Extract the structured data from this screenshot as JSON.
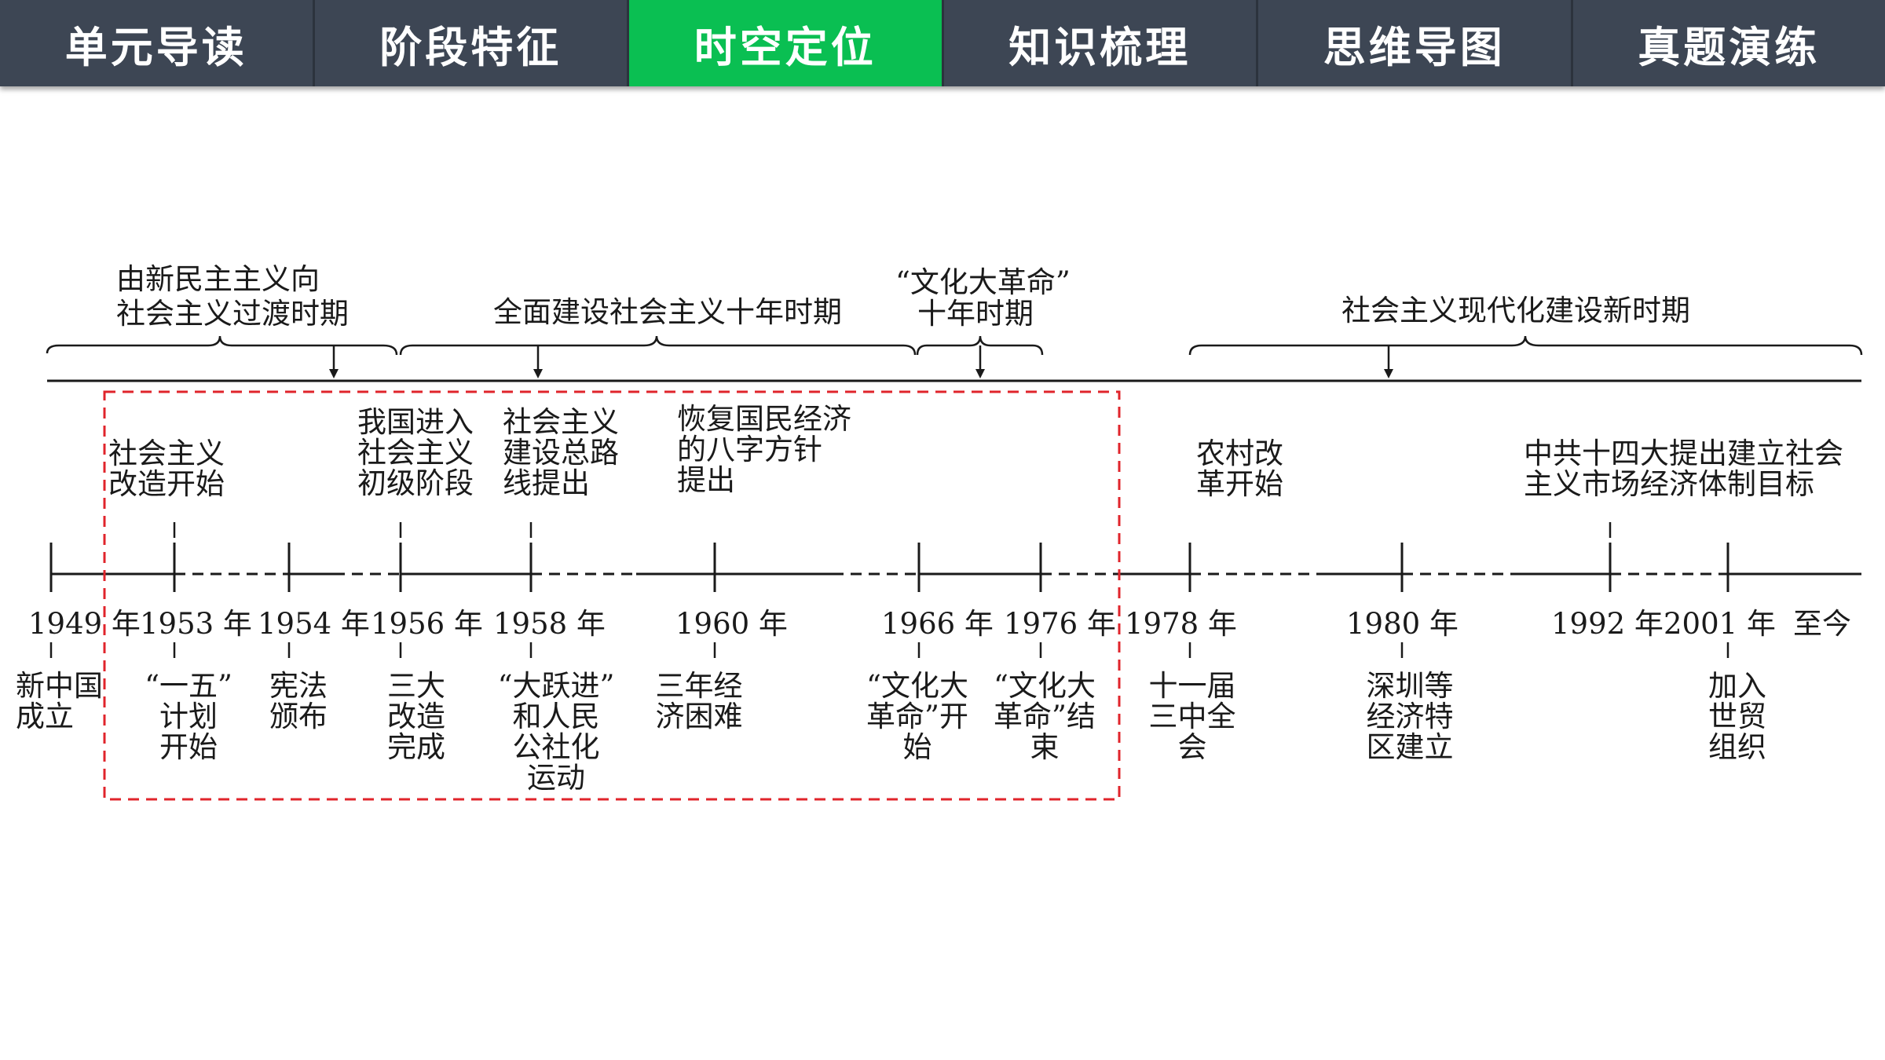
{
  "tabs": [
    {
      "label": "单元导读"
    },
    {
      "label": "阶段特征"
    },
    {
      "label": "时空定位"
    },
    {
      "label": "知识梳理"
    },
    {
      "label": "思维导图"
    },
    {
      "label": "真题演练"
    }
  ],
  "active_tab": 2,
  "colors": {
    "tab_bg": "#3d4654",
    "tab_active": "#0abf52",
    "highlight_border": "#e0242b"
  },
  "periods": [
    {
      "lines": [
        "由新民主主义向",
        "社会主义过渡时期"
      ]
    },
    {
      "lines": [
        "全面建设社会主义十年时期"
      ]
    },
    {
      "lines": [
        "“文化大革命”",
        "十年时期"
      ]
    },
    {
      "lines": [
        "社会主义现代化建设新时期"
      ]
    }
  ],
  "years": [
    {
      "label": "1949 年",
      "below": [
        "新中国",
        "成立"
      ],
      "above": []
    },
    {
      "label": "1953 年",
      "below": [
        "“一五”",
        "计划",
        "开始"
      ],
      "above": [
        "社会主义",
        "改造开始"
      ]
    },
    {
      "label": "1954 年",
      "below": [
        "宪法",
        "颁布"
      ],
      "above": []
    },
    {
      "label": "1956 年",
      "below": [
        "三大",
        "改造",
        "完成"
      ],
      "above": [
        "我国进入",
        "社会主义",
        "初级阶段"
      ]
    },
    {
      "label": "1958 年",
      "below": [
        "“大跃进”",
        "和人民",
        "公社化",
        "运动"
      ],
      "above": [
        "社会主义",
        "建设总路",
        "线提出"
      ]
    },
    {
      "label": "1960 年",
      "below": [
        "三年经",
        "济困难"
      ],
      "above": [
        "恢复国民经济",
        "的八字方针",
        "提出"
      ]
    },
    {
      "label": "1966 年",
      "below": [
        "“文化大",
        "革命”开",
        "始"
      ],
      "above": []
    },
    {
      "label": "1976 年",
      "below": [
        "“文化大",
        "革命”结",
        "束"
      ],
      "above": []
    },
    {
      "label": "1978 年",
      "below": [
        "十一届",
        "三中全",
        "会"
      ],
      "above": [
        "农村改",
        "革开始"
      ]
    },
    {
      "label": "1980 年",
      "below": [
        "深圳等",
        "经济特",
        "区建立"
      ],
      "above": []
    },
    {
      "label": "1992 年",
      "below": [],
      "above": [
        "中共十四大提出建立社会",
        "主义市场经济体制目标"
      ]
    },
    {
      "label": "2001 年",
      "below": [
        "加入",
        "世贸",
        "组织"
      ],
      "above": []
    },
    {
      "label": "至今",
      "below": [],
      "above": []
    }
  ]
}
